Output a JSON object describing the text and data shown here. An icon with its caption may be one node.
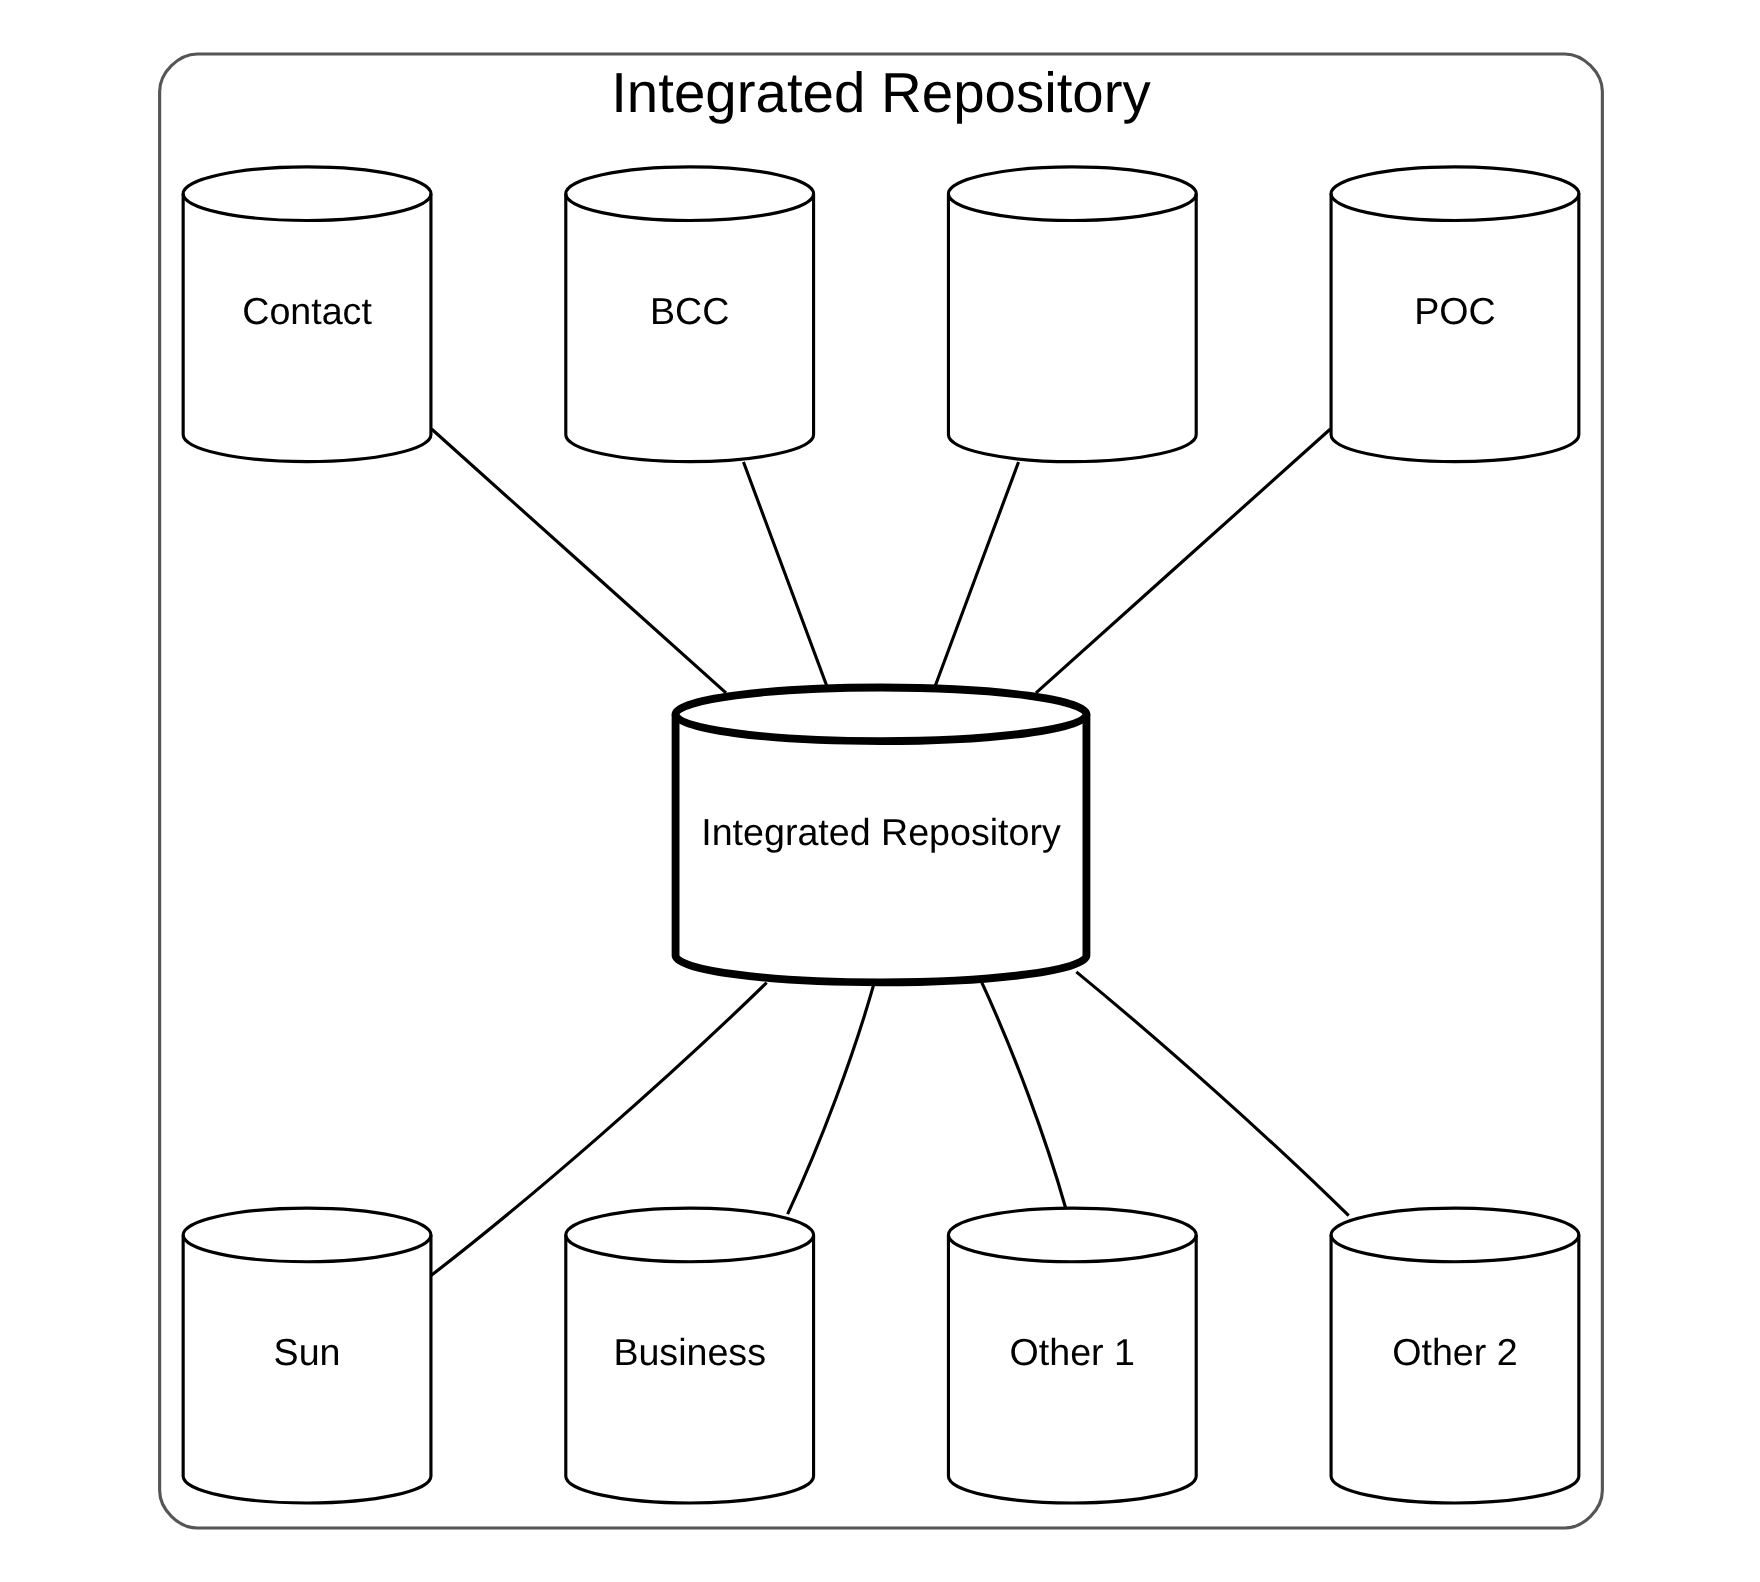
{
  "diagram": {
    "nodes": [
      {
        "text": [
          "Integrated Repository"
        ]
      },
      {
        "text": [
          "Contact"
        ],
        "in": 0
      },
      {
        "text": [
          "BCC"
        ],
        "in": 0
      },
      {
        "text": [],
        "shape": "cylinder",
        "in": 0
      },
      {
        "text": [
          "POC"
        ],
        "in": 0
      },
      {
        "text": [
          "Integrated Repository"
        ],
        "in": 0
      },
      {
        "text": [
          "Sun"
        ],
        "in": 0
      },
      {
        "text": [
          "Business"
        ],
        "in": 0
      },
      {
        "text": [
          "Other 1"
        ],
        "in": 0
      },
      {
        "text": [
          "Other 2"
        ],
        "in": 0
      }
    ],
    "edges": [
      {
        "from": 1,
        "to": 5,
        "arrow": "none"
      },
      {
        "from": 2,
        "to": 5,
        "arrow": "none"
      },
      {
        "from": 3,
        "to": 5,
        "arrow": "none"
      },
      {
        "from": 4,
        "to": 5,
        "arrow": "none"
      },
      {
        "from": 6,
        "to": 5,
        "arrow": "none"
      },
      {
        "from": 7,
        "to": 5,
        "arrow": "none"
      },
      {
        "from": 8,
        "to": 5,
        "arrow": "none"
      },
      {
        "from": 9,
        "to": 5,
        "arrow": "none"
      }
    ]
  }
}
